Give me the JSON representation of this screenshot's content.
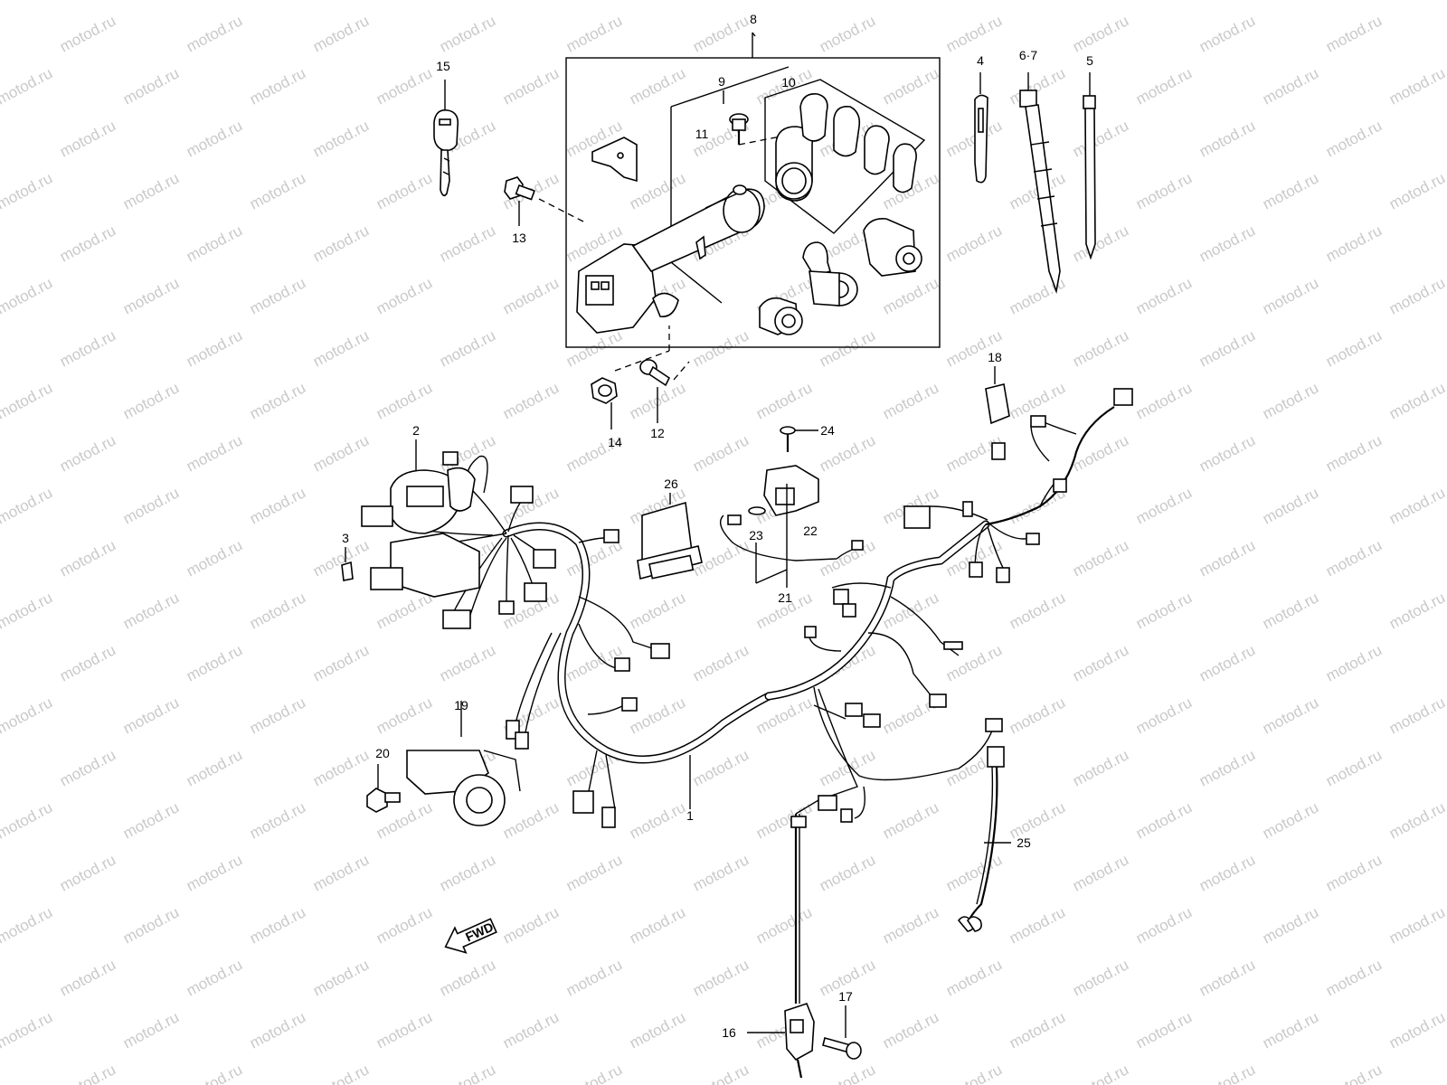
{
  "watermark": "motod.ru",
  "fwd_label": "FWD",
  "callouts": {
    "p1": "1",
    "p2": "2",
    "p3": "3",
    "p4": "4",
    "p5": "5",
    "p67": "6·7",
    "p8": "8",
    "p9": "9",
    "p10": "10",
    "p11": "11",
    "p12": "12",
    "p13": "13",
    "p14": "14",
    "p15": "15",
    "p16": "16",
    "p17": "17",
    "p18": "18",
    "p19": "19",
    "p20": "20",
    "p21": "21",
    "p22": "22",
    "p23": "23",
    "p24": "24",
    "p25": "25",
    "p26": "26"
  }
}
